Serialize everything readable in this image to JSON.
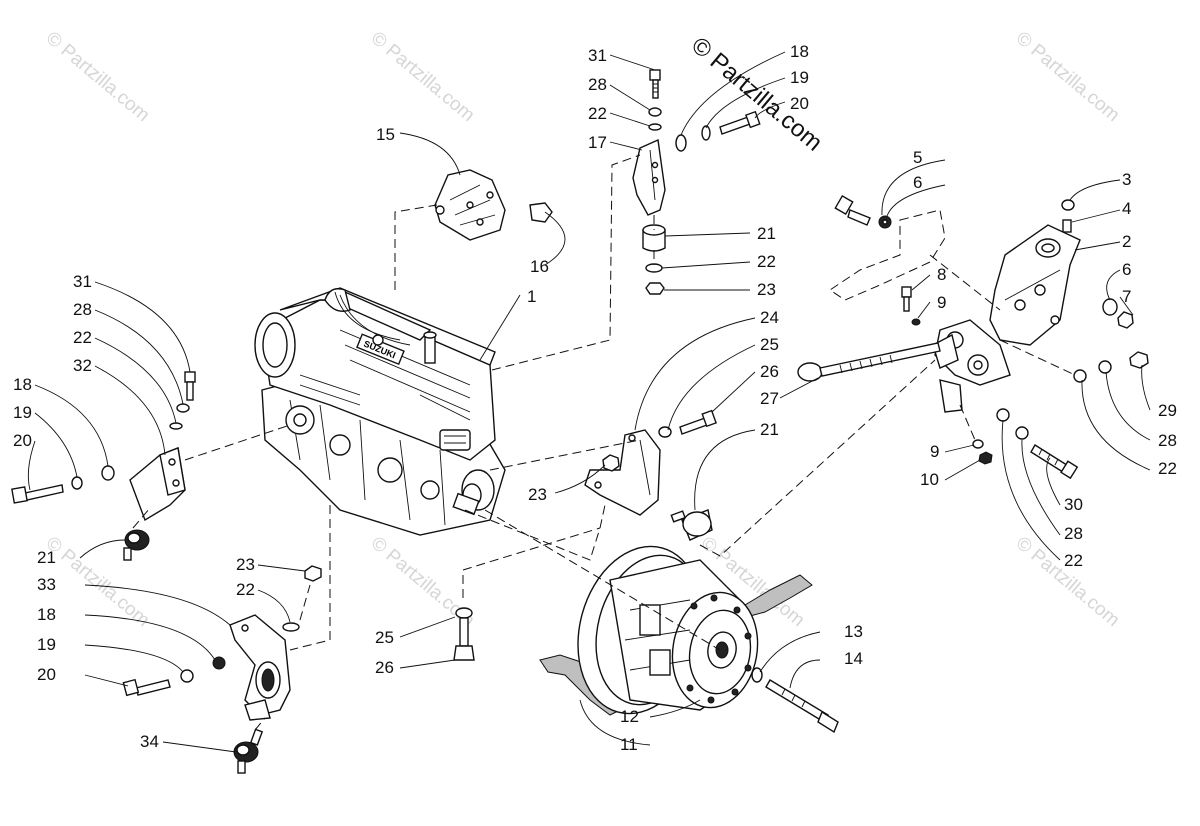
{
  "watermarks": {
    "main": "© Partzilla.com",
    "repeat": "© Partzilla.com"
  },
  "callouts": {
    "c1": "1",
    "c2": "2",
    "c3": "3",
    "c4": "4",
    "c5": "5",
    "c6a": "6",
    "c6b": "6",
    "c7": "7",
    "c8": "8",
    "c9a": "9",
    "c9b": "9",
    "c10": "10",
    "c11": "11",
    "c12": "12",
    "c13": "13",
    "c14": "14",
    "c15": "15",
    "c16": "16",
    "c17": "17",
    "c18a": "18",
    "c18b": "18",
    "c18c": "18",
    "c19a": "19",
    "c19b": "19",
    "c19c": "19",
    "c20a": "20",
    "c20b": "20",
    "c20c": "20",
    "c21a": "21",
    "c21b": "21",
    "c21c": "21",
    "c22a": "22",
    "c22b": "22",
    "c22c": "22",
    "c22d": "22",
    "c22e": "22",
    "c22f": "22",
    "c23a": "23",
    "c23b": "23",
    "c23c": "23",
    "c24": "24",
    "c25a": "25",
    "c25b": "25",
    "c26a": "26",
    "c26b": "26",
    "c27": "27",
    "c28a": "28",
    "c28b": "28",
    "c28c": "28",
    "c28d": "28",
    "c29": "29",
    "c30": "30",
    "c31a": "31",
    "c31b": "31",
    "c32": "32",
    "c33": "33",
    "c34": "34"
  },
  "engine_label": "SUZUKI"
}
